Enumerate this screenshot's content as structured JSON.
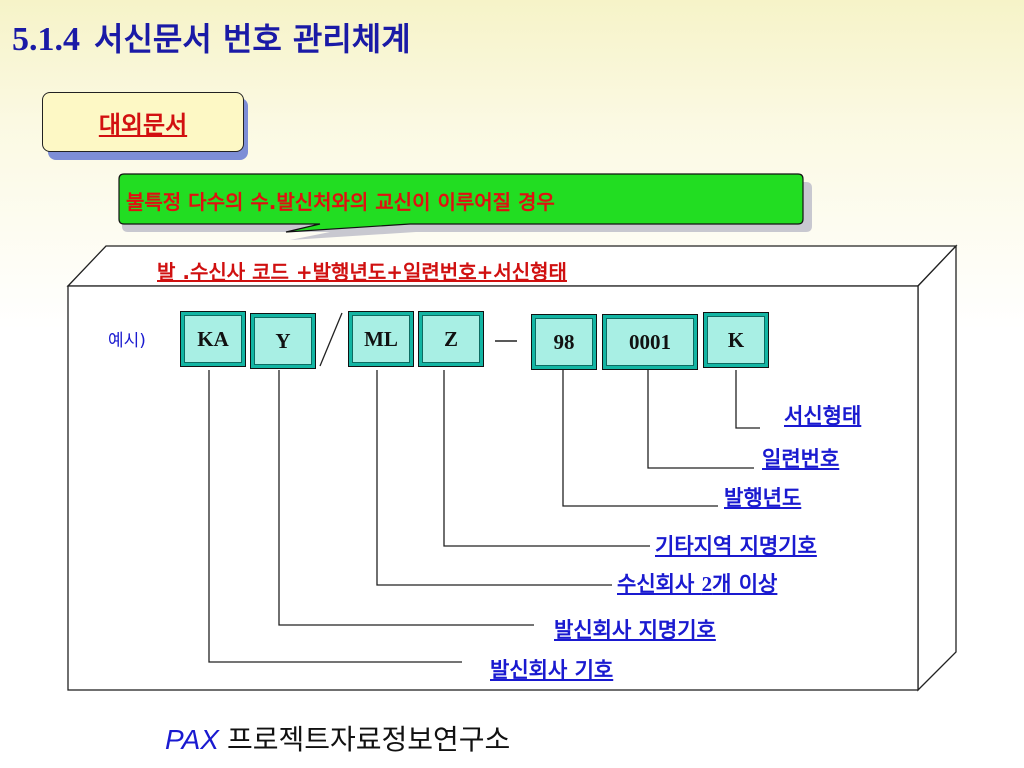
{
  "title": {
    "number": "5.1.4",
    "text": "서신문서 번호 관리체계"
  },
  "category": {
    "label": "대외문서"
  },
  "callout": {
    "text": "불특정 다수의 수.발신처와의 교신이 이루어질 경우"
  },
  "formula": {
    "text": "발 .수신사 코드 +발행년도+일련번호+서신형태"
  },
  "example": {
    "label": "예시)"
  },
  "codes": {
    "sender_code": "KA",
    "sender_region": "Y",
    "receiver_code": "ML",
    "receiver_region": "Z",
    "year": "98",
    "serial": "0001",
    "type": "K"
  },
  "separators": {
    "slash": "/",
    "dash": "—"
  },
  "labels": {
    "letter_type": "서신형태",
    "serial_number": "일련번호",
    "issue_year": "발행년도",
    "other_region": "기타지역 지명기호",
    "receiver_company_prefix": "수신회사 ",
    "receiver_company_num": "2",
    "receiver_company_suffix": "개 이상",
    "sender_region": "발신회사 지명기호",
    "sender_company": "발신회사 기호"
  },
  "footer": {
    "brand": "PAX",
    "text": "프로젝트자료정보연구소"
  }
}
